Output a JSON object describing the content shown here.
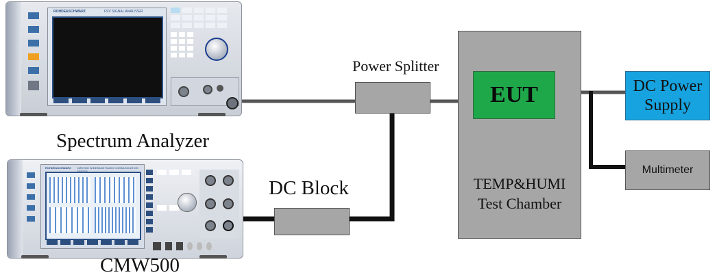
{
  "instruments": {
    "spectrum_analyzer": {
      "label": "Spectrum Analyzer",
      "brand": "ROHDE&SCHWARZ",
      "model_text": "FSV  SIGNAL ANALYZER"
    },
    "cmw": {
      "label": "CMW500",
      "brand": "ROHDE&SCHWARZ",
      "model_text": "CMW 500  WIDEBAND RADIO COMMUNICATION TESTER"
    }
  },
  "blocks": {
    "power_splitter": {
      "label": "Power Splitter"
    },
    "dc_block": {
      "label": "DC Block"
    },
    "chamber": {
      "line1": "TEMP&HUMI",
      "line2": "Test Chamber"
    },
    "eut": {
      "label": "EUT"
    },
    "dc_power_supply": {
      "line1": "DC Power",
      "line2": "Supply"
    },
    "multimeter": {
      "label": "Multimeter"
    }
  },
  "colors": {
    "block_gray": "#a6a6a6",
    "chamber_gray": "#a6a6a6",
    "eut_green": "#1fa84a",
    "dc_supply_blue": "#17a3df",
    "cable": "#111111",
    "thin_cable": "#555555"
  }
}
